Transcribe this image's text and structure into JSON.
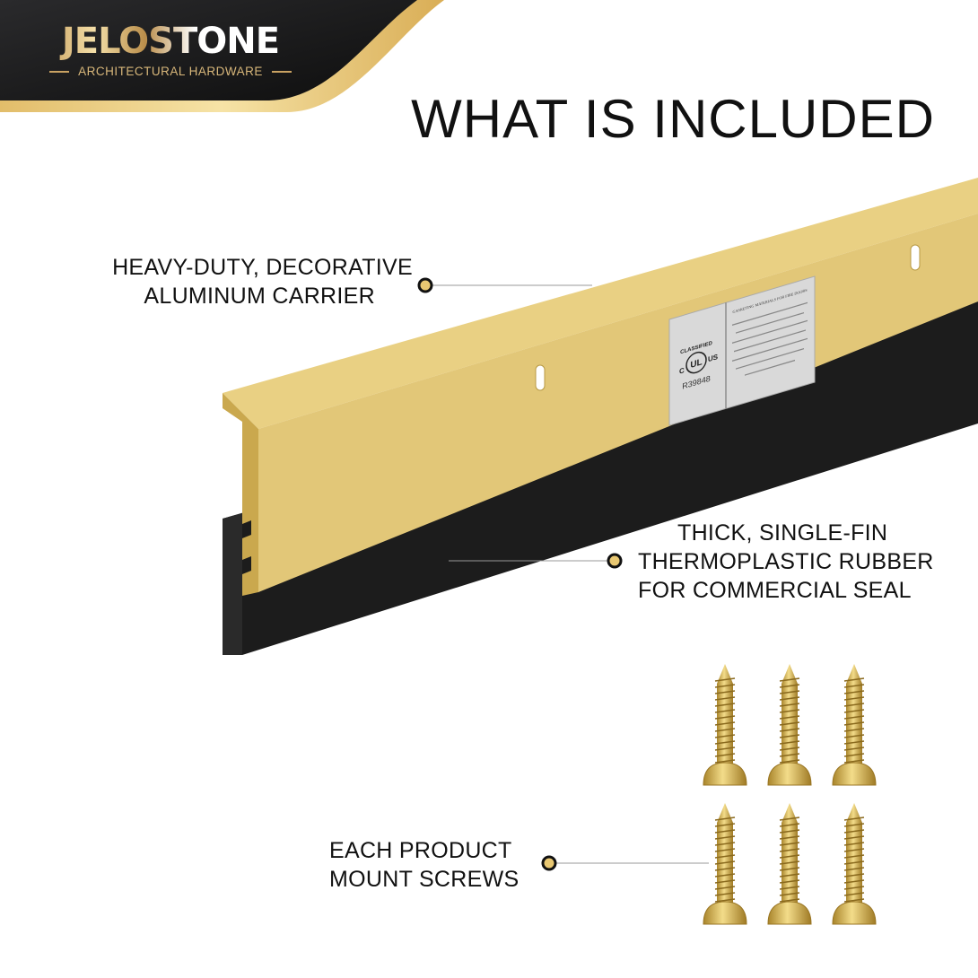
{
  "logo": {
    "brand": "JELOSTONE",
    "tagline": "ARCHITECTURAL HARDWARE"
  },
  "title": "WHAT IS INCLUDED",
  "callouts": [
    {
      "lines": [
        "HEAVY-DUTY, DECORATIVE",
        "ALUMINUM CARRIER"
      ]
    },
    {
      "lines": [
        "THICK, SINGLE-FIN",
        "THERMOPLASTIC RUBBER",
        "FOR COMMERCIAL SEAL"
      ]
    },
    {
      "lines": [
        "EACH PRODUCT",
        "MOUNT SCREWS"
      ]
    }
  ],
  "ul_label": {
    "mark": "CLASSIFIED",
    "c": "C",
    "ul": "UL",
    "us": "US",
    "number": "R39848",
    "heading": "GASKETING MATERIALS FOR FIRE DOORS"
  },
  "colors": {
    "gold": "#e3c878",
    "gold_dark": "#c9ab55",
    "rubber": "#1c1c1c",
    "banner": "#1a1a1a",
    "accent": "#e9c872"
  }
}
